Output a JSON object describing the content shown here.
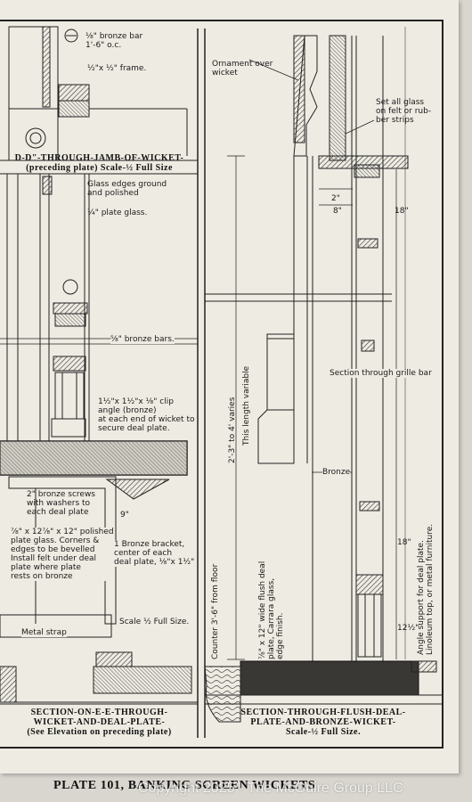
{
  "plate_caption": "PLATE 101, BANKING SCREEN WICKETS",
  "watermark": "Copyright 2025 - The McGuire Group LLC",
  "left_section": {
    "top_title": "D-D\"-THROUGH-JAMB-OF-WICKET-\n(preceding plate) Scale-½ Full Size",
    "bottom_title": "SECTION-ON-E-E-THROUGH-\nWICKET-AND-DEAL-PLATE-\n(See Elevation on preceding plate)",
    "notes": {
      "bronze_bar": "⅛\" bronze bar\n1'-6\" o.c.",
      "frame": "½\"x ½\" frame.",
      "glass_edges": "Glass edges ground\nand polished",
      "plate_glass": "¼\" plate glass.",
      "bronze_bars": "⅝\" bronze bars.",
      "clip_angle": "1½\"x 1½\"x ⅛\" clip angle (bronze)\nat each end of wicket to\nsecure deal plate.",
      "bronze_screws": "2\" bronze screws\nwith washers to\neach deal plate",
      "polished_glass": "⅞\" x 12⅞\" x 12\" polished\nplate glass. Corners &\nedges to be bevelled\nInstall felt under deal\nplate where plate\nrests on bronze",
      "bronze_bracket": "1 Bronze bracket,\ncenter of each\ndeal plate, ⅛\"x 1½\"",
      "scale": "Scale ½ Full Size.",
      "metal_strap": "Metal strap",
      "nine": "9\""
    }
  },
  "right_section": {
    "bottom_title": "SECTION-THROUGH-FLUSH-DEAL-\nPLATE-AND-BRONZE-WICKET-\nScale-½ Full Size.",
    "notes": {
      "ornament": "Ornament over\nwicket",
      "set_glass": "Set all glass\non felt or rub-\nber strips",
      "grille_bar": "Section through grille bar",
      "bronze": "Bronze",
      "two_inch": "2\"",
      "eight_inch": "8\"",
      "eighteen": "18\"",
      "eighteen_b": "18\"",
      "twelve_half": "12½\"",
      "counter": "Counter 3'-6\" from floor",
      "height": "2'-3\" to 4' varies",
      "length_varies": "This length variable",
      "flush_deal": "⅞\" x 12\" wide flush deal\nplate, Carrara glass,\nedge finish.",
      "angle_support": "Angle support for deal plate.\nLinoleum top, or metal furniture."
    }
  }
}
